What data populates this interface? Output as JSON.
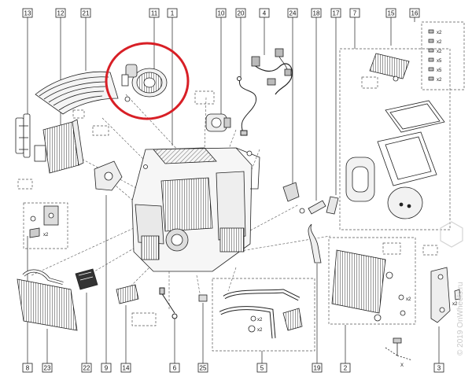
{
  "callouts": {
    "c13": "13",
    "c12": "12",
    "c21": "21",
    "c11": "11",
    "c1": "1",
    "c10": "10",
    "c20": "20",
    "c4": "4",
    "c24": "24",
    "c18": "18",
    "c17": "17",
    "c7": "7",
    "c15": "15",
    "c16": "16",
    "c8": "8",
    "c23": "23",
    "c22": "22",
    "c9": "9",
    "c14": "14",
    "c6": "6",
    "c25": "25",
    "c5": "5",
    "c19": "19",
    "c2": "2",
    "c3": "3"
  },
  "quantities": {
    "q2_a": "x2",
    "q2_b": "x2",
    "q2_c": "x2",
    "q2_d": "x2",
    "q2_e": "x2",
    "q16_1": "x2",
    "q16_2": "x2",
    "q16_3": "x2",
    "q16_4": "x5",
    "q16_5": "x5",
    "q16_6": "x2"
  },
  "watermark": "© 2019 OnWheels.ru",
  "axis_mark": "X",
  "colors": {
    "line": "#222222",
    "highlight": "#d81f26",
    "dash": "#555555"
  }
}
